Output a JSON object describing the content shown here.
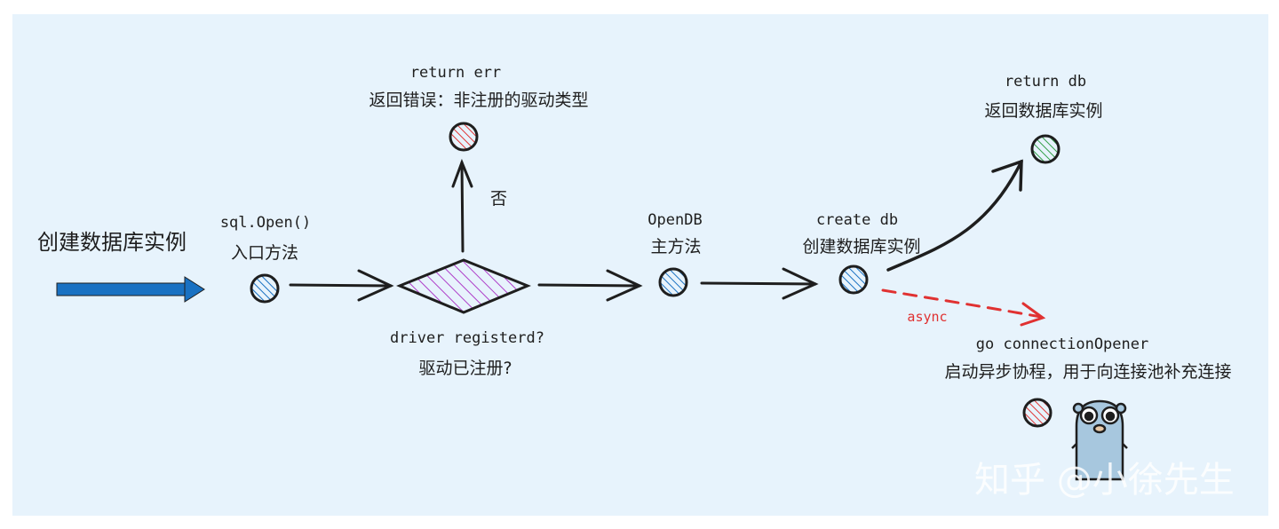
{
  "title": "创建数据库实例",
  "nodes": {
    "entry": {
      "code": "sql.Open()",
      "desc": "入口方法"
    },
    "decision": {
      "code": "driver registerd?",
      "desc": "驱动已注册?"
    },
    "error": {
      "code": "return err",
      "desc": "返回错误：非注册的驱动类型"
    },
    "opendb": {
      "code": "OpenDB",
      "desc": "主方法"
    },
    "create": {
      "code": "create db",
      "desc": "创建数据库实例"
    },
    "returndb": {
      "code": "return db",
      "desc": "返回数据库实例"
    },
    "opener": {
      "code": "go connectionOpener",
      "desc": "启动异步协程，用于向连接池补充连接"
    }
  },
  "edges": {
    "no_label": "否",
    "async_label": "async"
  },
  "watermark": "知乎 @小徐先生",
  "colors": {
    "background": "#e7f3fc",
    "blue": "#1971c2",
    "red": "#e03131",
    "green": "#2f9e44",
    "purple": "#ae3ec9",
    "ink": "#1e1e1e"
  }
}
